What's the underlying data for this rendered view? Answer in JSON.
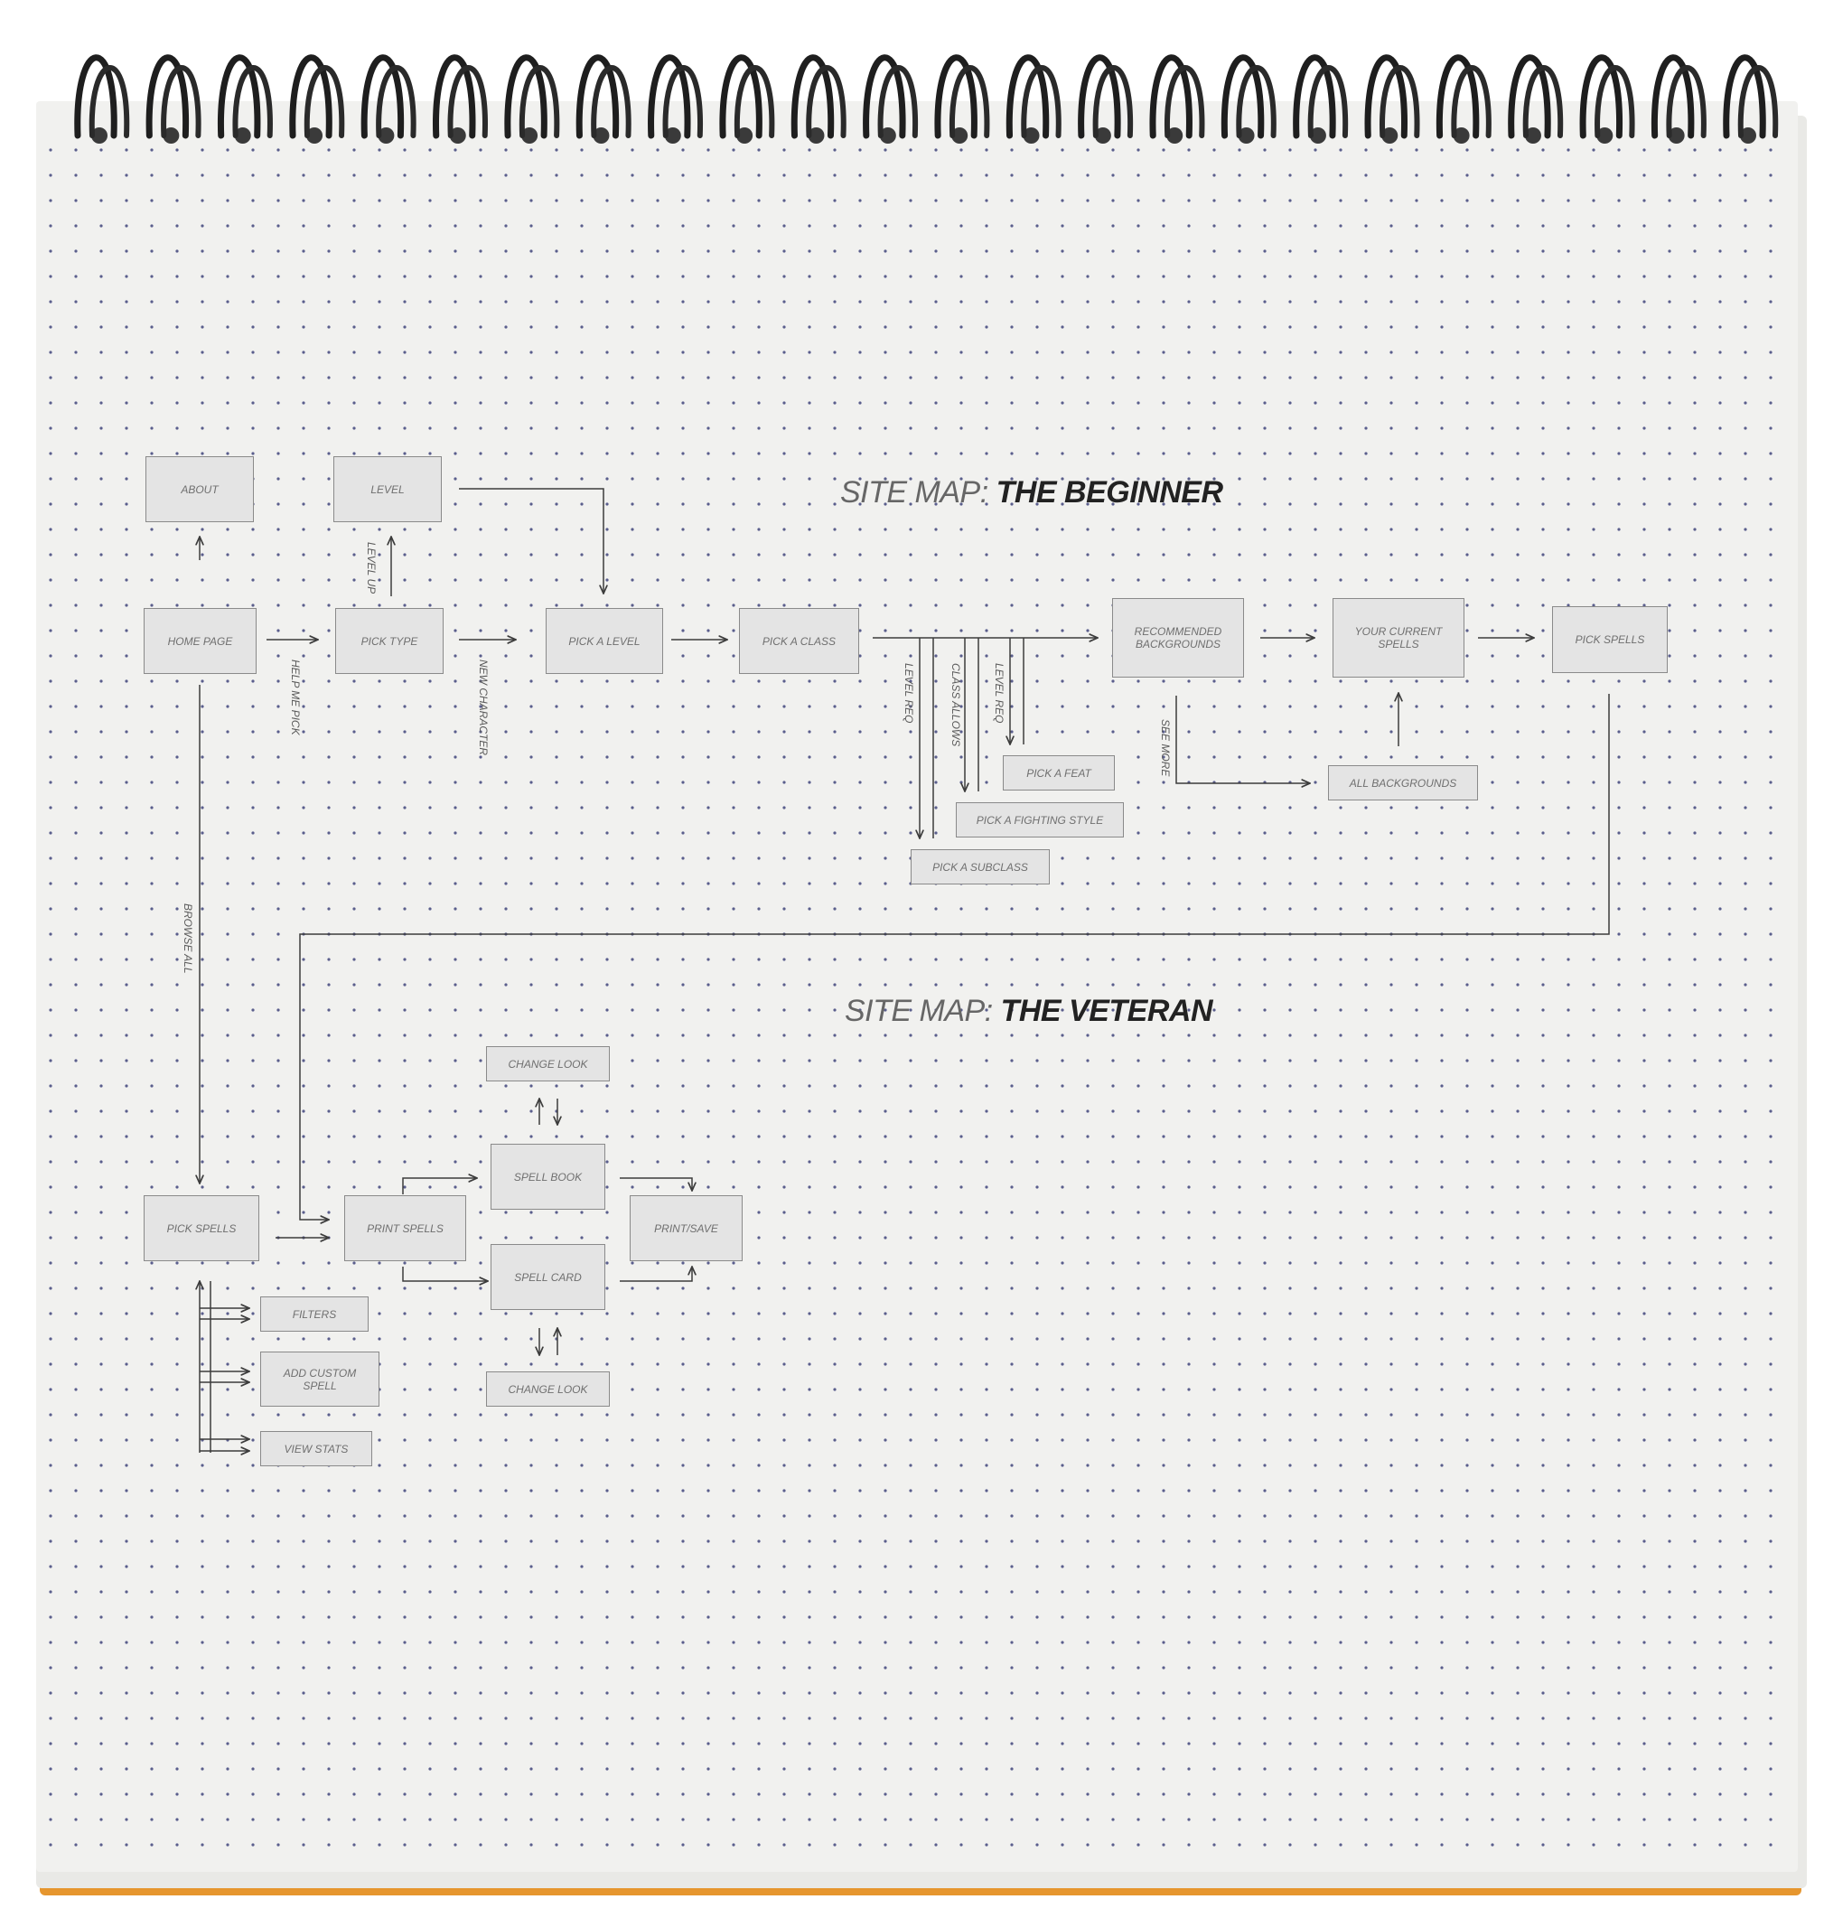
{
  "colors": {
    "paper": "#f1f1ef",
    "dots": "#5a5e8c",
    "lines": "#3c3c3c",
    "box_fill": "#e4e4e4",
    "box_border": "#8a8a8a",
    "cover_edge": "#e6962e",
    "wire": "#1e1e1e"
  },
  "beginner": {
    "title_light": "SITE MAP:",
    "title_bold": "THE BEGINNER",
    "boxes": {
      "about": "ABOUT",
      "level": "LEVEL",
      "home_page": "HOME PAGE",
      "pick_type": "PICK TYPE",
      "pick_a_level": "PICK A LEVEL",
      "pick_a_class": "PICK A CLASS",
      "recommended_backgrounds": "RECOMMENDED BACKGROUNDS",
      "your_current_spells": "YOUR CURRENT SPELLS",
      "pick_spells": "PICK SPELLS",
      "pick_a_feat": "PICK A FEAT",
      "pick_a_fighting_style": "PICK A FIGHTING STYLE",
      "pick_a_subclass": "PICK A SUBCLASS",
      "all_backgrounds": "ALL BACKGROUNDS"
    },
    "edge_labels": {
      "level_up": "LEVEL UP",
      "help_me_pick": "HELP ME PICK",
      "new_character": "NEW CHARACTER",
      "level_req_1": "LEVEL REQ",
      "class_allows": "CLASS ALLOWS",
      "level_req_2": "LEVEL REQ",
      "see_more": "SEE MORE",
      "browse_all": "BROWSE ALL"
    }
  },
  "veteran": {
    "title_light": "SITE MAP:",
    "title_bold": "THE VETERAN",
    "boxes": {
      "change_look_top": "CHANGE LOOK",
      "spell_book": "SPELL BOOK",
      "pick_spells": "PICK SPELLS",
      "print_spells": "PRINT SPELLS",
      "print_save": "PRINT/SAVE",
      "spell_card": "SPELL CARD",
      "change_look_bottom": "CHANGE LOOK",
      "filters": "FILTERS",
      "add_custom_spell": "ADD CUSTOM SPELL",
      "view_stats": "VIEW STATS"
    }
  },
  "icons": {
    "binding": "spiral-binding-icon"
  }
}
